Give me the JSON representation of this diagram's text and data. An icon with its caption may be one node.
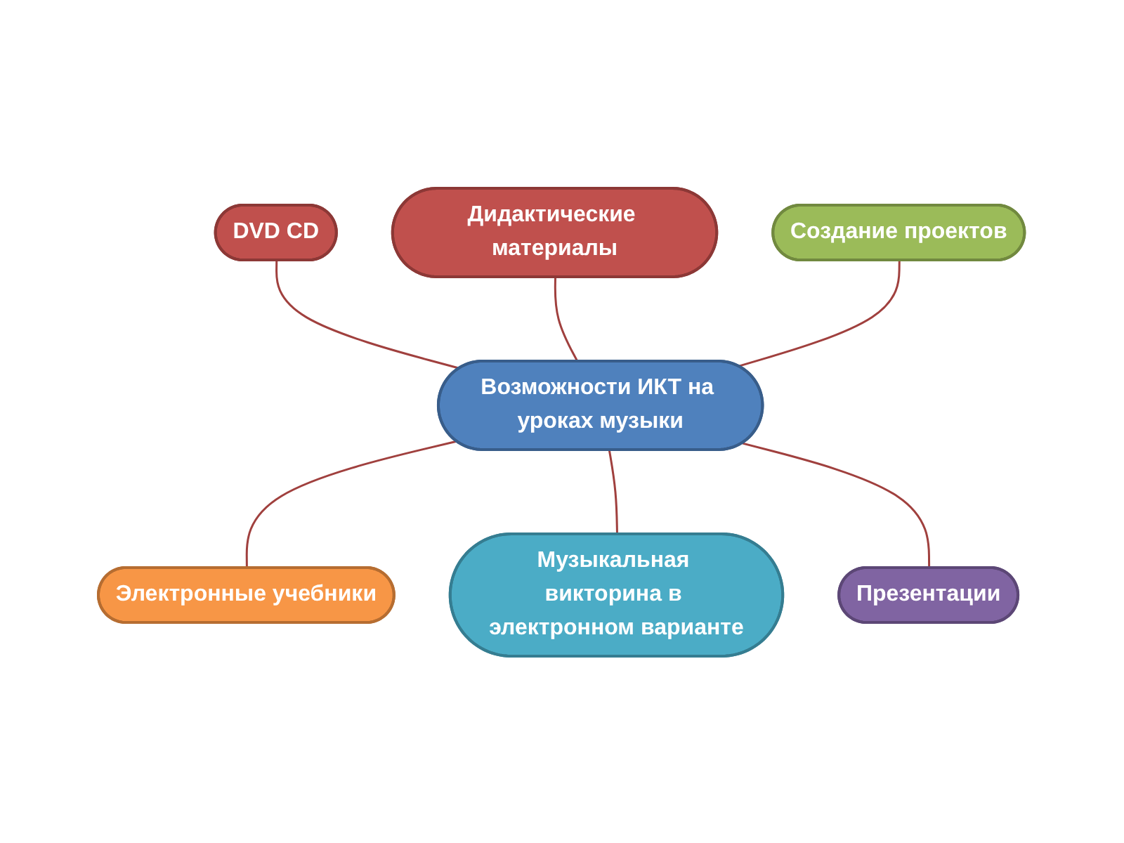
{
  "diagram": {
    "nodes": [
      {
        "text": [
          "Дидактические материалы"
        ]
      },
      {
        "text": [
          "DVD CD"
        ]
      },
      {
        "text": [
          "Создание проектов"
        ]
      },
      {
        "text": [
          "Возможности ИКТ на уроках музыки"
        ]
      },
      {
        "text": [
          "Презентации"
        ]
      },
      {
        "text": [
          "Электронные учебники"
        ]
      },
      {
        "text": [
          "Музыкальная викторина в электронном варианте"
        ]
      }
    ],
    "edges": [
      {
        "from": 1,
        "to": 3,
        "arrow": "none"
      },
      {
        "from": 0,
        "to": 3,
        "arrow": "none"
      },
      {
        "from": 2,
        "to": 3,
        "arrow": "none"
      },
      {
        "from": 3,
        "to": 5,
        "arrow": "none"
      },
      {
        "from": 3,
        "to": 6,
        "arrow": "none"
      },
      {
        "from": 3,
        "to": 4,
        "arrow": "none"
      }
    ]
  }
}
